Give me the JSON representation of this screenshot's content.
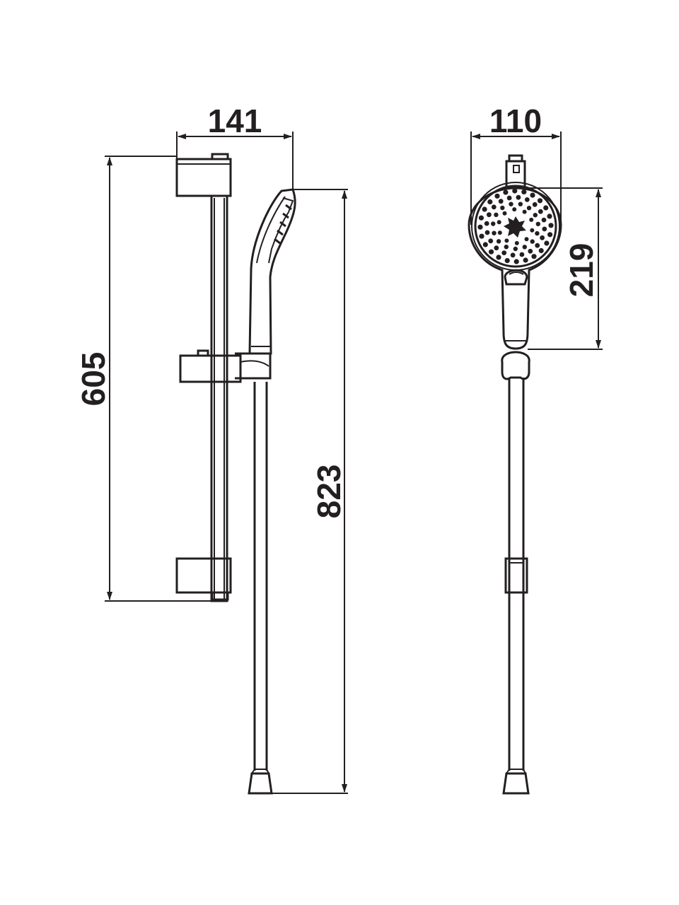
{
  "dimensions": {
    "side_width": "141",
    "rail_length": "605",
    "overall_height": "823",
    "front_width": "110",
    "head_height": "219"
  },
  "colors": {
    "line": "#231f20",
    "background": "#ffffff"
  }
}
